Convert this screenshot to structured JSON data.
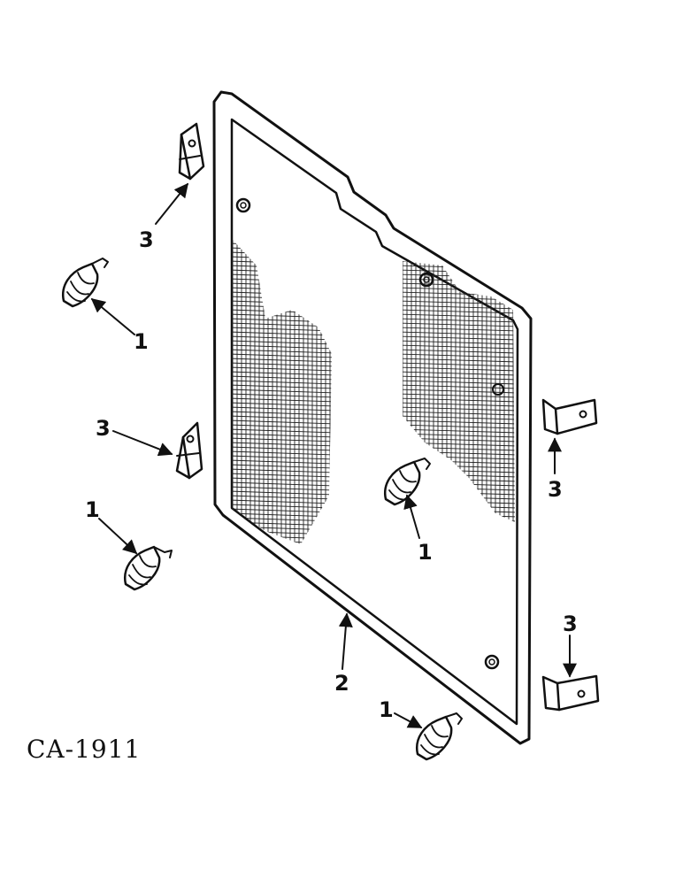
{
  "diagram": {
    "figure_code": "CA-1911",
    "callouts": {
      "c1a": "1",
      "c1b": "1",
      "c1c": "1",
      "c1d": "1",
      "c2": "2",
      "c3a": "3",
      "c3b": "3",
      "c3c": "3",
      "c3d": "3"
    }
  }
}
